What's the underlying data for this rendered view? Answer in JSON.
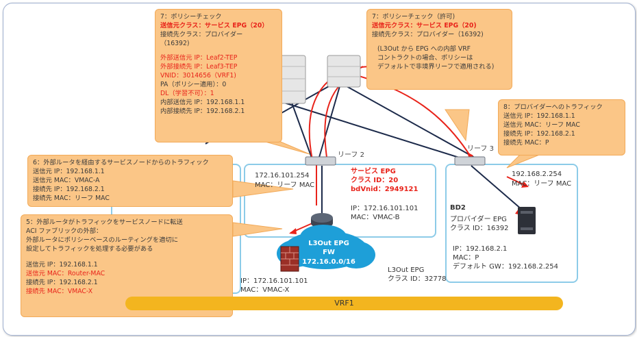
{
  "callouts": {
    "policy_check_1": {
      "title": "7：ポリシーチェック",
      "l1": "送信元クラス：サービス EPG（20）",
      "l2": "接続先クラス：プロバイダー",
      "l3": "（16392)",
      "l4": "外部送信元 IP：Leaf2-TEP",
      "l5": "外部接続先 IP：Leaf3-TEP",
      "l6": "VNID：3014656（VRF1)",
      "l7": "PA（ポリシー適用）：0",
      "l8": "DL（学習不可）：1",
      "l9": "内部送信元 IP：192.168.1.1",
      "l10": "内部接続先 IP：192.168.2.1"
    },
    "policy_check_2": {
      "title": "7：ポリシーチェック（許可)",
      "l1": "送信元クラス：サービス EPG（20)",
      "l2": "接続先クラス：プロバイダー（16392)",
      "l3": "(L3Out から EPG への内部 VRF",
      "l4": "コントラクトの場合、ポリシーは",
      "l5": "デフォルトで非境界リーフで適用される)"
    },
    "provider_traffic": {
      "title": "8：プロバイダーへのトラフィック",
      "l1": "送信元 IP：192.168.1.1",
      "l2": "送信元 MAC：リーフ MAC",
      "l3": "接続先 IP：192.168.2.1",
      "l4": "接続先 MAC：P"
    },
    "service_node_traffic": {
      "title": "6：外部ルータを経由するサービスノードからのトラフィック",
      "l1": "送信元 IP：192.168.1.1",
      "l2": "送信元 MAC：VMAC-A",
      "l3": "接続先 IP：192.168.2.1",
      "l4": "接続先 MAC：リーフ MAC"
    },
    "transfer": {
      "title": "5：外部ルータがトラフィックをサービスノードに転送",
      "l1": "ACI ファブリックの外部：",
      "l2": "外部ルータにポリシーベースのルーティングを適切に",
      "l3": "設定してトラフィックを処理する必要がある",
      "l4": "送信元 IP：192.168.1.1",
      "l5": "送信元 MAC：Router-MAC",
      "l6": "接続先 IP：192.168.2.1",
      "l7": "接続先 MAC：VMAC-X"
    }
  },
  "leaf2": {
    "label": "リーフ 2"
  },
  "leaf3": {
    "label": "リーフ 3"
  },
  "bd_service": {
    "ip": "172.16.101.254",
    "mac": "MAC：リーフ MAC",
    "epg": "サービス EPG",
    "class": "クラス ID：20",
    "vnid": "bdVnid：2949121",
    "node_ip": "IP：172.16.101.101",
    "node_mac": "MAC：VMAC-B"
  },
  "bd2": {
    "ip": "192.168.2.254",
    "mac": "MAC：リーフ MAC",
    "name": "BD2",
    "epg": "プロバイダー EPG",
    "class": "クラス ID：16392",
    "host_ip": "IP：192.168.2.1",
    "host_mac": "MAC：P",
    "gw": "デフォルト GW：192.168.2.254"
  },
  "l3out": {
    "cloud_title": "L3Out EPG",
    "cloud_fw": "FW",
    "cloud_subnet": "172.16.0.0/16",
    "epg_label": "L3Out EPG",
    "epg_class": "クラス ID：32778",
    "fw_ip": "IP：172.16.101.101",
    "fw_mac": "MAC：VMAC-X"
  },
  "vrf": {
    "label": "VRF1"
  },
  "colors": {
    "callout_bg": "#fbc687",
    "red": "#e8231a",
    "bd_border": "#8ccbe8",
    "vrf": "#f3b51f",
    "cloud": "#1e9fd8"
  }
}
